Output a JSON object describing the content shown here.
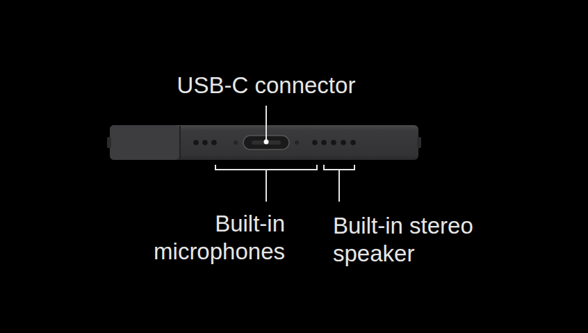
{
  "diagram": {
    "labels": [
      "USB-C connector",
      "Built-in microphones",
      "Built-in stereo speaker"
    ]
  }
}
